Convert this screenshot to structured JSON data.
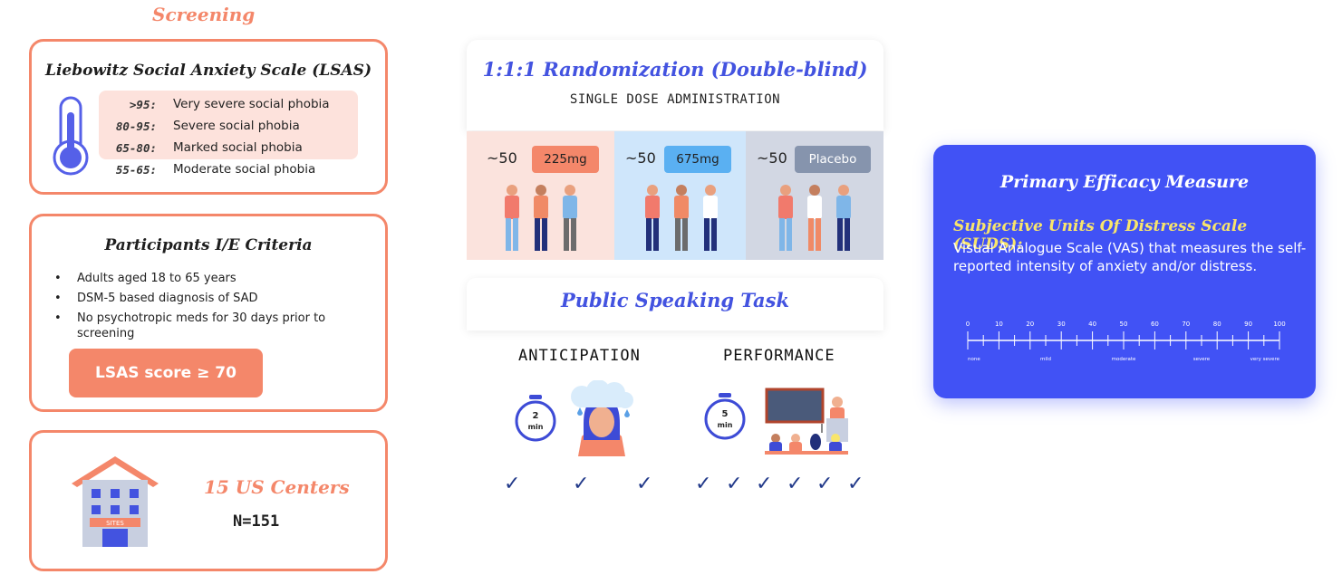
{
  "screening": {
    "title": "Screening",
    "lsas": {
      "title": "Liebowitz Social Anxiety Scale (LSAS)",
      "rows": [
        {
          "range": ">95:",
          "label": "Very severe social phobia"
        },
        {
          "range": "80-95:",
          "label": "Severe social phobia"
        },
        {
          "range": "65-80:",
          "label": "Marked social phobia"
        },
        {
          "range": "55-65:",
          "label": "Moderate social phobia"
        }
      ]
    },
    "criteria": {
      "title": "Participants I/E Criteria",
      "items": [
        "Adults aged 18 to 65 years",
        "DSM-5 based diagnosis of SAD",
        "No psychotropic meds for 30 days prior to screening"
      ],
      "button": "LSAS score ≥ 70"
    },
    "centers": {
      "title": "15 US Centers",
      "n": "N=151",
      "sign": "SITES"
    }
  },
  "randomization": {
    "title": "1:1:1 Randomization (Double-blind)",
    "subtitle": "SINGLE DOSE ADMINISTRATION",
    "arms": [
      {
        "n": "~50",
        "dose": "225mg",
        "bg": "#fbe3dd",
        "badge": "#f4876a",
        "badge_text": "#222222"
      },
      {
        "n": "~50",
        "dose": "675mg",
        "bg": "#cfe6fb",
        "badge": "#5ab0f2",
        "badge_text": "#222222"
      },
      {
        "n": "~50",
        "dose": "Placebo",
        "bg": "#d2d7e3",
        "badge": "#8694ad",
        "badge_text": "#ffffff"
      }
    ]
  },
  "task": {
    "title": "Public Speaking Task",
    "phases": [
      {
        "label": "ANTICIPATION",
        "timer_value": "2",
        "timer_unit": "min"
      },
      {
        "label": "PERFORMANCE",
        "timer_value": "5",
        "timer_unit": "min"
      }
    ],
    "check_glyph": "✓"
  },
  "efficacy": {
    "title": "Primary Efficacy Measure",
    "suds_title": "Subjective Units Of Distress Scale (SUDS):",
    "suds_desc": "Visual Analogue Scale (VAS) that measures the self-reported intensity of anxiety and/or distress.",
    "scale_ticks": [
      "0",
      "10",
      "20",
      "30",
      "40",
      "50",
      "60",
      "70",
      "80",
      "90",
      "100"
    ],
    "scale_labels": [
      "none",
      "mild",
      "moderate",
      "severe",
      "very severe"
    ]
  }
}
